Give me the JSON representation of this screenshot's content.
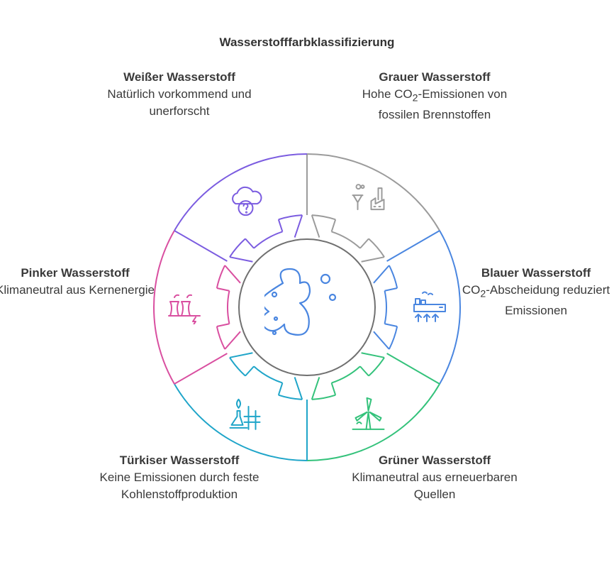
{
  "title": "Wasserstofffarbklassifizierung",
  "center_icon": "water-splash-icon",
  "categories": [
    {
      "id": "grey",
      "title": "Grauer Wasserstoff",
      "desc_html": "Hohe CO<sub>2</sub>-Emissionen von fossilen Brennstoffen",
      "color": "#9b9b9b",
      "icon": "factory-icon"
    },
    {
      "id": "blue",
      "title": "Blauer Wasserstoff",
      "desc_html": "CO<sub>2</sub>-Abscheidung reduziert Emissionen",
      "color": "#4a86e0",
      "icon": "carbon-capture-plant-icon"
    },
    {
      "id": "green",
      "title": "Grüner Wasserstoff",
      "desc_html": "Klimaneutral aus erneuerbaren Quellen",
      "color": "#34c27b",
      "icon": "wind-turbine-icon"
    },
    {
      "id": "turquoise",
      "title": "Türkiser Wasserstoff",
      "desc_html": "Keine Emissionen durch feste Kohlenstoffproduktion",
      "color": "#1fa5c9",
      "icon": "chemistry-lab-icon"
    },
    {
      "id": "pink",
      "title": "Pinker Wasserstoff",
      "desc_html": "Klimaneutral aus Kernenergie",
      "color": "#d94fa0",
      "icon": "nuclear-plant-icon"
    },
    {
      "id": "white",
      "title": "Weißer Wasserstoff",
      "desc_html": "Natürlich vorkommend und unerforscht",
      "color": "#7b5ce0",
      "icon": "cloud-question-icon"
    }
  ]
}
